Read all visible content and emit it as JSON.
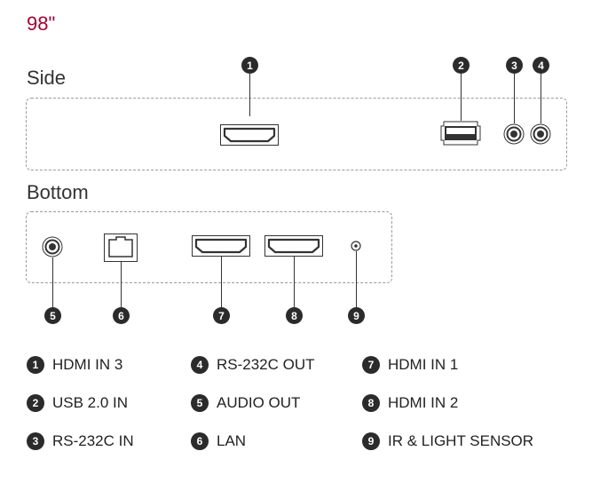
{
  "size_label": "98\"",
  "sections": {
    "side": "Side",
    "bottom": "Bottom"
  },
  "callouts": [
    "1",
    "2",
    "3",
    "4",
    "5",
    "6",
    "7",
    "8",
    "9"
  ],
  "legend": [
    {
      "num": "1",
      "label": "HDMI IN 3"
    },
    {
      "num": "2",
      "label": "USB 2.0 IN"
    },
    {
      "num": "3",
      "label": "RS-232C IN"
    },
    {
      "num": "4",
      "label": "RS-232C OUT"
    },
    {
      "num": "5",
      "label": "AUDIO OUT"
    },
    {
      "num": "6",
      "label": "LAN"
    },
    {
      "num": "7",
      "label": "HDMI IN 1"
    },
    {
      "num": "8",
      "label": "HDMI IN 2"
    },
    {
      "num": "9",
      "label": "IR & LIGHT SENSOR"
    }
  ],
  "colors": {
    "title": "#a50034",
    "callout_fill": "#2b2b2b",
    "port_stroke": "#333333",
    "panel_border": "#9a9a9a"
  }
}
